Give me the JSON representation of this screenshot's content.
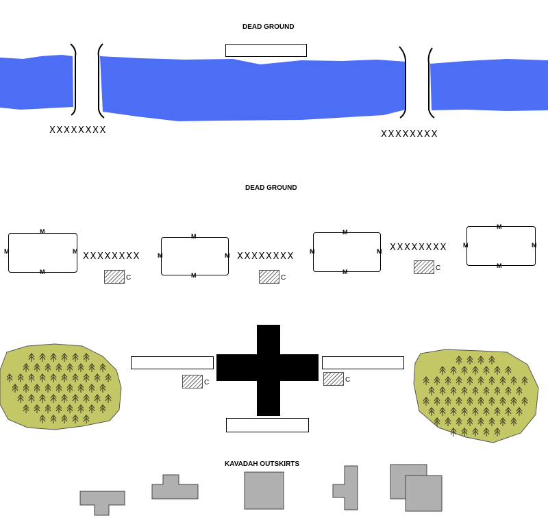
{
  "labels": {
    "dead_ground_top": "DEAD GROUND",
    "dead_ground_mid": "DEAD GROUND",
    "town": "KAVADAH OUTSKIRTS"
  },
  "wire_text": "XXXXXXXX",
  "strongpoint_marker": "M",
  "cache_marker": "C",
  "colors": {
    "river": "#4c6ef5",
    "forest": "#c3c765",
    "tree": "#4a4a2a",
    "building": "#b0b0b0",
    "command_post": "#000000"
  }
}
